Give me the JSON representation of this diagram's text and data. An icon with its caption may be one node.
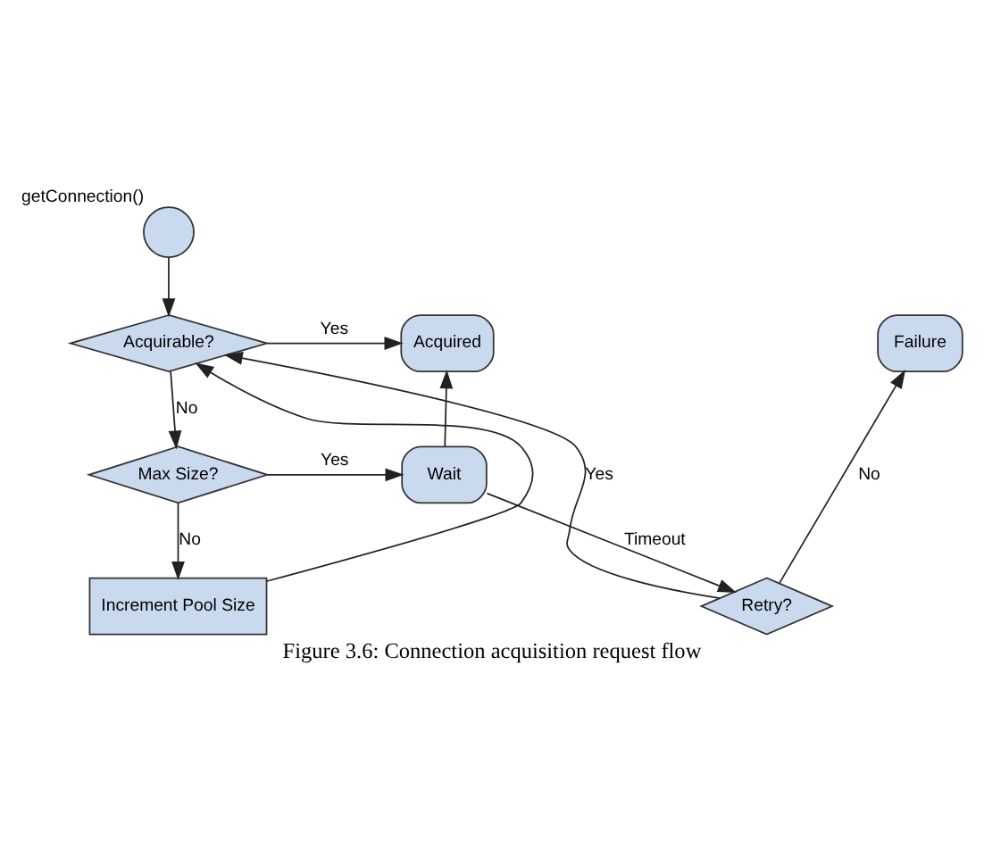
{
  "diagram": {
    "caption": "Figure 3.6: Connection acquisition request flow",
    "nodes": [
      {
        "text": [],
        "shape": "circle",
        "beside": [
          "getConnection()"
        ]
      },
      {
        "text": [
          "Acquirable?"
        ]
      },
      {
        "text": [
          "Acquired"
        ]
      },
      {
        "text": [
          "Failure"
        ]
      },
      {
        "text": [
          "Max Size?"
        ]
      },
      {
        "text": [
          "Wait"
        ]
      },
      {
        "text": [
          "Increment Pool Size"
        ]
      },
      {
        "text": [
          "Retry?"
        ]
      }
    ],
    "edges": [
      {
        "from": 0,
        "to": 1,
        "arrow": "to"
      },
      {
        "from": 1,
        "to": 2,
        "arrow": "to",
        "label": "Yes"
      },
      {
        "from": 1,
        "to": 4,
        "arrow": "to",
        "label": "No"
      },
      {
        "from": 4,
        "to": 5,
        "arrow": "to",
        "label": "Yes"
      },
      {
        "from": 4,
        "to": 6,
        "arrow": "to",
        "label": "No"
      },
      {
        "from": 6,
        "to": 1,
        "arrow": "to"
      },
      {
        "from": 5,
        "to": 2,
        "arrow": "to"
      },
      {
        "from": 5,
        "to": 7,
        "arrow": "to",
        "label": "Timeout"
      },
      {
        "from": 7,
        "to": 3,
        "arrow": "to",
        "label": "No"
      },
      {
        "from": 7,
        "to": 1,
        "arrow": "to",
        "label": "Yes"
      }
    ]
  }
}
